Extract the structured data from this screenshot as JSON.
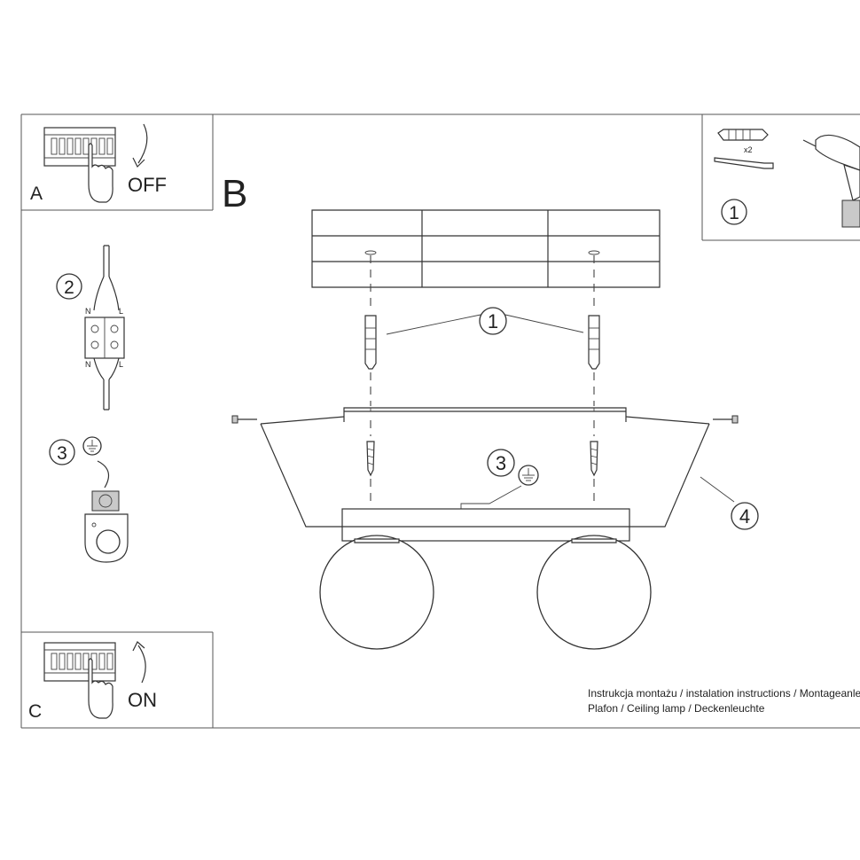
{
  "panels": {
    "a": {
      "letter": "A",
      "action": "OFF"
    },
    "b": {
      "letter": "B"
    },
    "c": {
      "letter": "C",
      "action": "ON"
    }
  },
  "kit": {
    "callout": "1",
    "quantity": "x2"
  },
  "wiring": {
    "step": "2",
    "top_left": "N",
    "top_right": "L",
    "bottom_left": "N",
    "bottom_right": "L"
  },
  "grounding": {
    "step": "3"
  },
  "main_callouts": {
    "dowels": "1",
    "ground": "3",
    "frame": "4"
  },
  "footer": {
    "line1": "Instrukcja montażu / instalation instructions / Montageanleitung",
    "line2": "Plafon / Ceiling lamp / Deckenleuchte"
  }
}
